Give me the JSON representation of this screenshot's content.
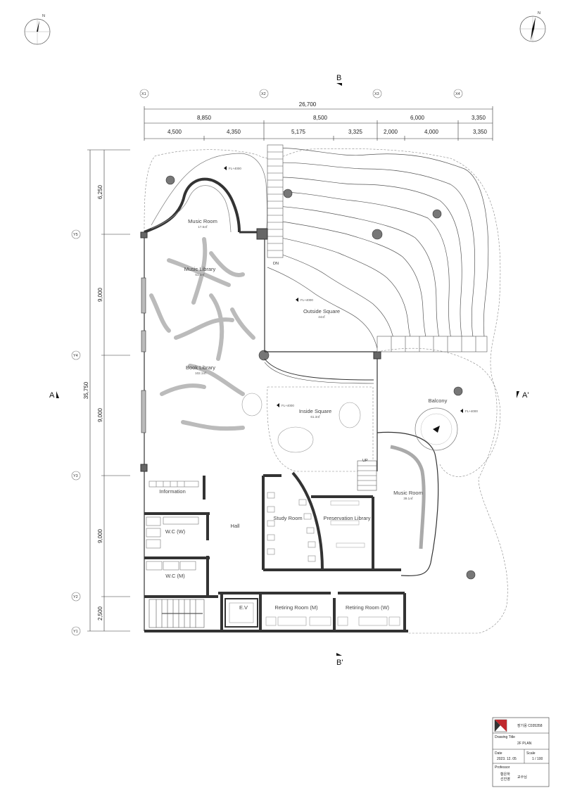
{
  "drawing": {
    "north_label": "N",
    "dimensions": {
      "overall": "26,700",
      "row1": [
        "8,850",
        "8,500",
        "6,000",
        "3,350"
      ],
      "row2": [
        "4,500",
        "4,350",
        "5,175",
        "3,325",
        "2,000",
        "4,000",
        "3,350"
      ],
      "vertical_total": "35,750",
      "vertical": [
        "6,250",
        "9,000",
        "9,000",
        "9,000",
        "2,500"
      ]
    },
    "grid_x": [
      "X1",
      "X2",
      "X3",
      "X4"
    ],
    "grid_y": [
      "Y5",
      "Y4",
      "Y3",
      "Y2",
      "Y1"
    ],
    "section_marks": {
      "b": "B",
      "b_prime": "B'",
      "a": "A",
      "a_prime": "A'"
    },
    "levels": {
      "music": "FL+4000",
      "outside": "FL+4000",
      "inside": "FL+4000",
      "balcony": "FL+4000"
    },
    "stair_marks": {
      "dn": "DN",
      "up": "UP"
    },
    "rooms": {
      "music_room_top": {
        "name": "Music Room",
        "area": "17.5㎡"
      },
      "music_library": {
        "name": "Music Library",
        "area": "51.3㎡"
      },
      "outside_square": {
        "name": "Outside Square",
        "area": "44㎡"
      },
      "book_library": {
        "name": "Book Library",
        "area": "102.1㎡"
      },
      "inside_square": {
        "name": "Inside Square",
        "area": "61.3㎡"
      },
      "balcony": {
        "name": "Balcony"
      },
      "information": {
        "name": "Information"
      },
      "hall": {
        "name": "Hall"
      },
      "study_room": {
        "name": "Study Room"
      },
      "preservation_library": {
        "name": "Preservation Library"
      },
      "music_room_right": {
        "name": "Music Room",
        "area": "39.1㎡"
      },
      "wc_w": {
        "name": "W.C (W)"
      },
      "wc_m": {
        "name": "W.C (M)"
      },
      "ev": {
        "name": "E.V"
      },
      "retiring_m": {
        "name": "Retiring Room (M)"
      },
      "retiring_w": {
        "name": "Retiring Room (W)"
      }
    }
  },
  "title_block": {
    "student": "장기웅 C035358",
    "drawing_title_label": "Drawing Title",
    "drawing_title": "2F PLAN",
    "date_label": "Date",
    "date": "2023. 12. 05",
    "scale_label": "Scale",
    "scale": "1 / 100",
    "professor_label": "Professor",
    "professor_1": "황은하",
    "professor_2": "선진영",
    "professor_suffix": "교수님",
    "brand_color": "#c0282d"
  }
}
